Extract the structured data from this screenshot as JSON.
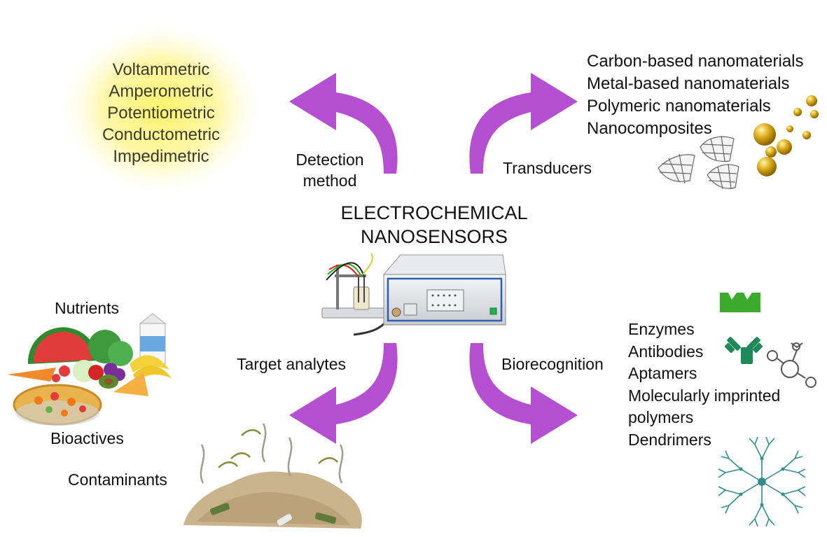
{
  "title": {
    "line1": "ELECTROCHEMICAL",
    "line2": "NANOSENSORS"
  },
  "detection": {
    "label_line1": "Detection",
    "label_line2": "method",
    "methods": [
      "Voltammetric",
      "Amperometric",
      "Potentiometric",
      "Conductometric",
      "Impedimetric"
    ]
  },
  "transducers": {
    "label": "Transducers",
    "materials": [
      "Carbon-based nanomaterials",
      "Metal-based nanomaterials",
      "Polymeric nanomaterials",
      "Nanocomposites"
    ]
  },
  "target": {
    "label": "Target analytes",
    "nutrients": "Nutrients",
    "bioactives": "Bioactives",
    "contaminants": "Contaminants"
  },
  "biorecognition": {
    "label": "Biorecognition",
    "elements": [
      "Enzymes",
      "Antibodies",
      "Aptamers",
      "Molecularly imprinted",
      "polymers",
      "Dendrimers"
    ]
  },
  "colors": {
    "arrow": "#b44fd1",
    "glow": "#fff36b",
    "gold": "#d4a017",
    "enzyme": "#3caa2e",
    "antibody": "#1e8a5a",
    "dendrimer": "#2f8f8a"
  },
  "icons": [
    "potentiostat-icon",
    "electrochemical-cell-icon",
    "gold-nanoparticles-icon",
    "carbon-nanotube-icon",
    "fruits-vegetables-icon",
    "waste-pile-icon",
    "enzyme-icon",
    "antibody-icon",
    "aptamer-icon",
    "dendrimer-icon"
  ]
}
